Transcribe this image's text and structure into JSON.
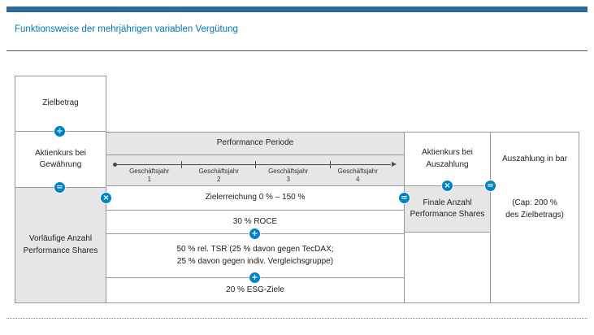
{
  "header": {
    "title": "Funktionsweise der mehrjährigen variablen Vergütung"
  },
  "colors": {
    "accent_blue": "#0077b5",
    "icon_blue": "#0082c8",
    "top_bar_blue": "#2c6a9e",
    "box_gray": "#e6e6e6",
    "border_gray": "#989898"
  },
  "operators": {
    "divide": "÷",
    "equals": "=",
    "multiply": "×",
    "plus": "+"
  },
  "left_column": {
    "target_amount": "Zielbetrag",
    "share_price_grant": "Aktienkurs bei\nGewährung",
    "preliminary_shares": "Vorläufige Anzahl\nPerformance Shares"
  },
  "performance_period": {
    "header": "Performance Periode",
    "years": [
      {
        "word": "Geschäftsjahr",
        "num": "1"
      },
      {
        "word": "Geschäftsjahr",
        "num": "2"
      },
      {
        "word": "Geschäftsjahr",
        "num": "3"
      },
      {
        "word": "Geschäftsjahr",
        "num": "4"
      }
    ],
    "target_achievement": "Zielerreichung 0 % – 150 %",
    "roce": "30 % ROCE",
    "tsr": "50 % rel. TSR (25 % davon gegen TecDAX;\n25 % davon gegen indiv. Vergleichsgruppe)",
    "esg": "20 % ESG-Ziele"
  },
  "right_columns": {
    "share_price_payout": "Aktienkurs bei\nAuszahlung",
    "final_shares": "Finale Anzahl\nPerformance Shares",
    "payout": "Auszahlung in bar",
    "cap": "(Cap: 200 %\ndes Zielbetrags)"
  }
}
